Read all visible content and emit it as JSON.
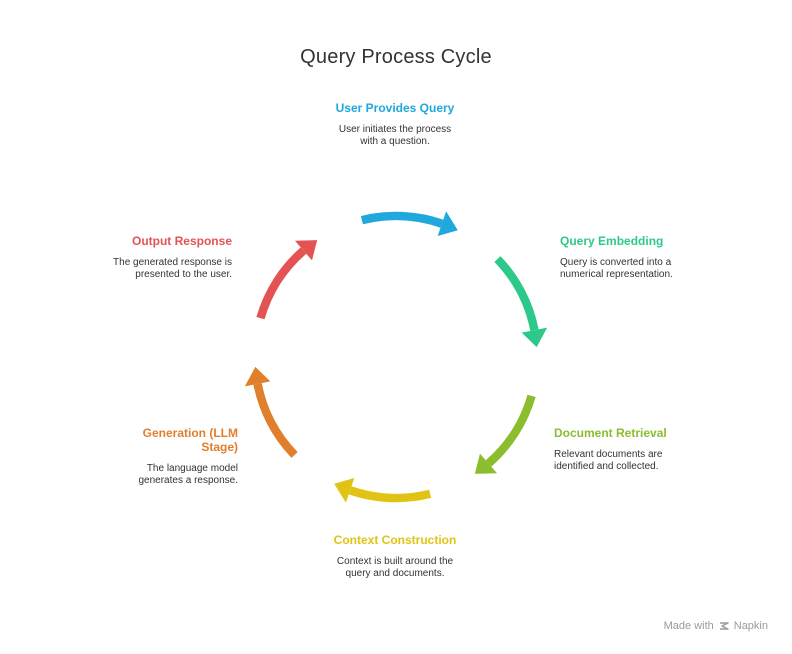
{
  "title": "Query Process Cycle",
  "steps": [
    {
      "heading": "User Provides Query",
      "description": "User initiates the process with a question.",
      "color": "#20A7DB"
    },
    {
      "heading": "Query Embedding",
      "description": "Query is converted into a numerical representation.",
      "color": "#2DC98B"
    },
    {
      "heading": "Document Retrieval",
      "description": "Relevant documents are identified and collected.",
      "color": "#8BBD2E"
    },
    {
      "heading": "Context Construction",
      "description": "Context is built around the query and documents.",
      "color": "#E1C413"
    },
    {
      "heading": "Generation (LLM Stage)",
      "description": "The language model generates a response.",
      "color": "#E07F2C"
    },
    {
      "heading": "Output Response",
      "description": "The generated response is presented to the user.",
      "color": "#E45353"
    }
  ],
  "watermark": {
    "made_with": "Made with",
    "brand": "Napkin"
  }
}
